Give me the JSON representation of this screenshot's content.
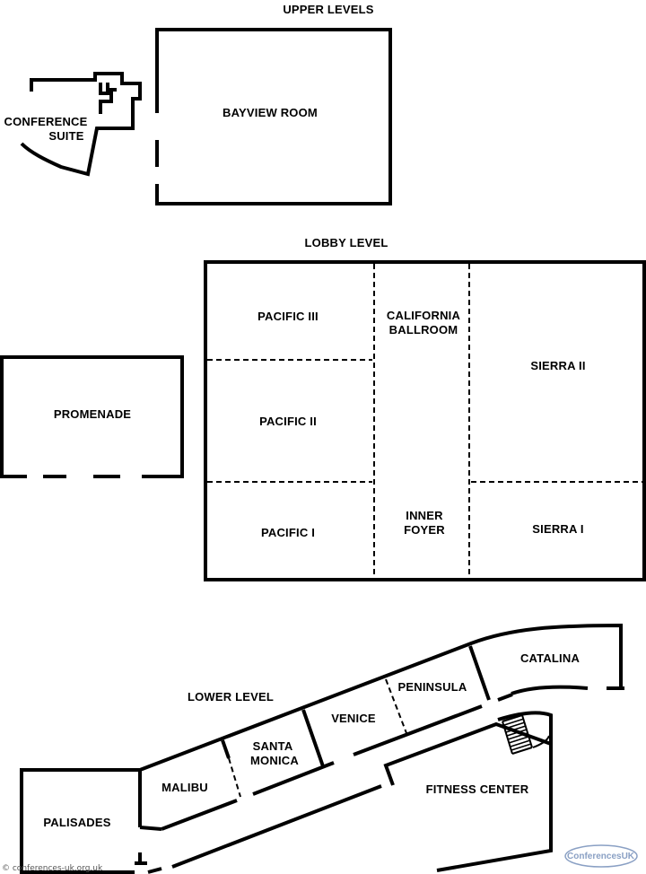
{
  "levels": {
    "upper": "UPPER LEVELS",
    "lobby": "LOBBY LEVEL",
    "lower": "LOWER LEVEL"
  },
  "rooms": {
    "conference_suite_1": "CONFERENCE",
    "conference_suite_2": "SUITE",
    "bayview": "BAYVIEW ROOM",
    "pacific_iii": "PACIFIC III",
    "pacific_ii": "PACIFIC II",
    "pacific_i": "PACIFIC I",
    "california_1": "CALIFORNIA",
    "california_2": "BALLROOM",
    "inner_foyer_1": "INNER",
    "inner_foyer_2": "FOYER",
    "sierra_ii": "SIERRA II",
    "sierra_i": "SIERRA I",
    "promenade": "PROMENADE",
    "catalina": "CATALINA",
    "peninsula": "PENINSULA",
    "venice": "VENICE",
    "santa_monica_1": "SANTA",
    "santa_monica_2": "MONICA",
    "malibu": "MALIBU",
    "fitness_center": "FITNESS CENTER",
    "palisades": "PALISADES"
  },
  "footer": {
    "copyright": "© conferences-uk.org.uk",
    "logo_text": "ConferencesUK"
  },
  "colors": {
    "wall": "#000000",
    "background": "#ffffff",
    "logo": "#8aa0c4"
  }
}
